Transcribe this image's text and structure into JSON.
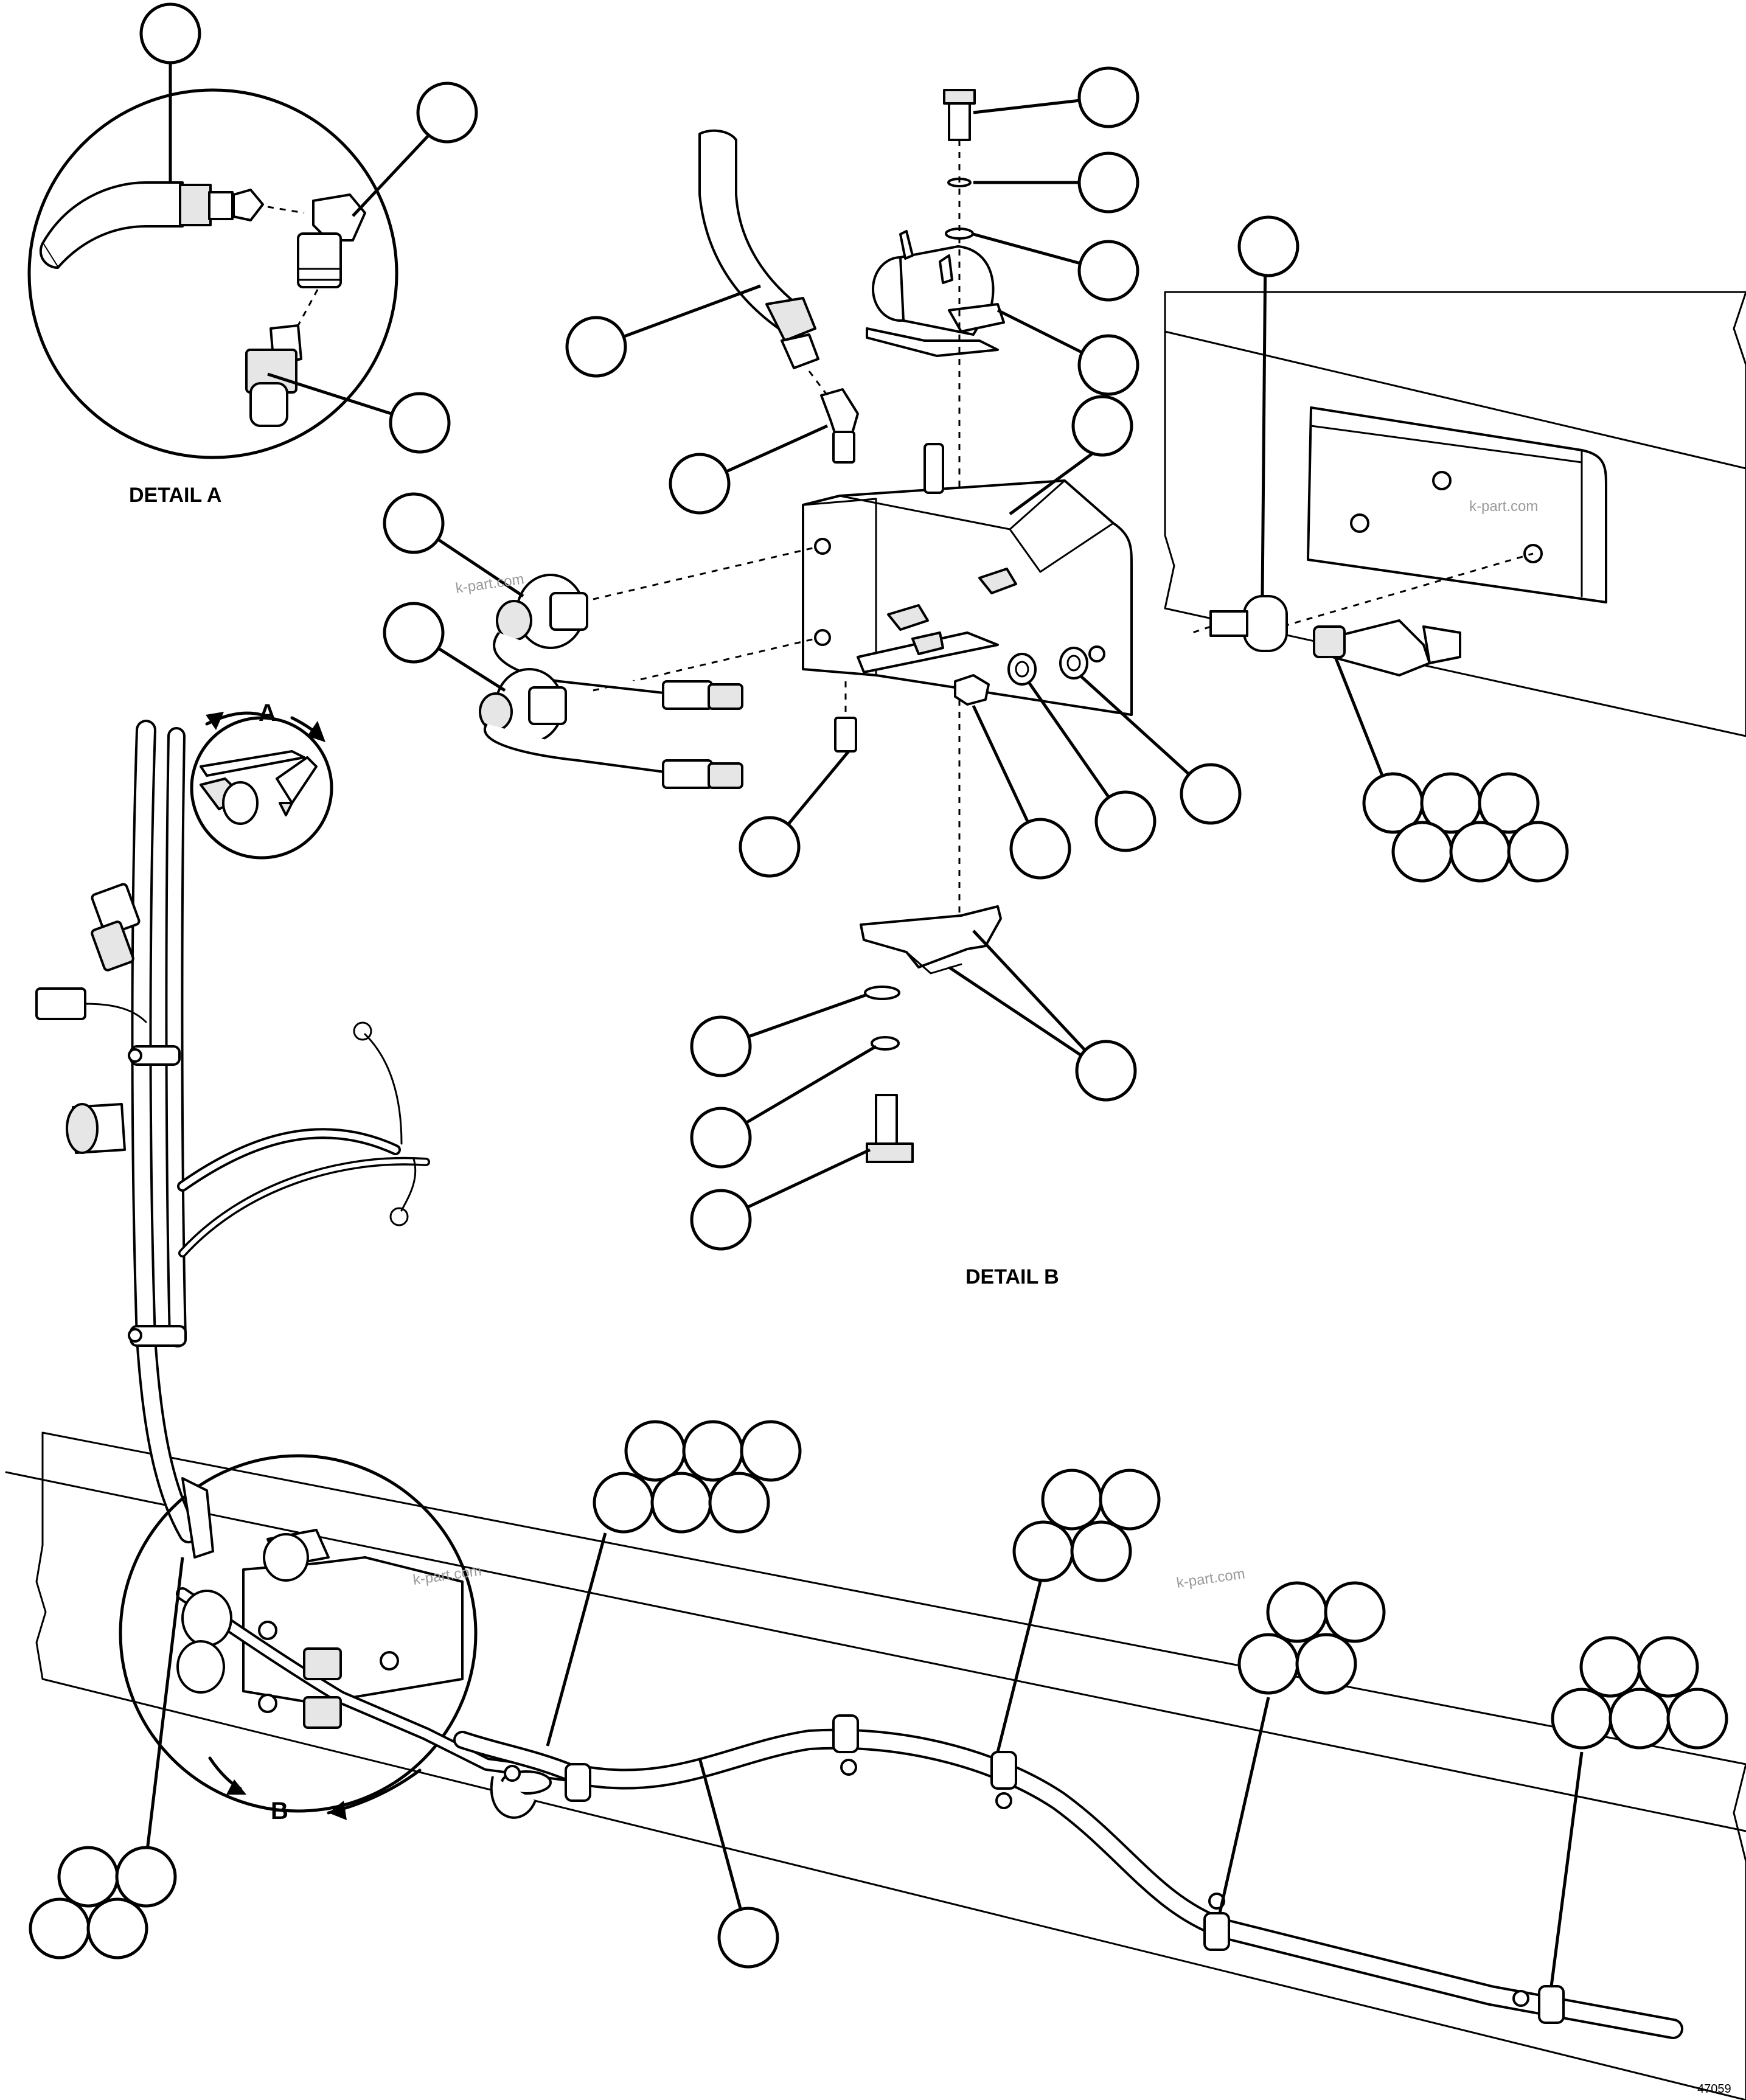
{
  "labels": {
    "detail_a": "DETAIL A",
    "detail_b": "DETAIL B",
    "view_a": "A",
    "view_b": "B"
  },
  "watermarks": [
    "k-part.com",
    "k-part.com",
    "k-part.com",
    "k-part.com"
  ],
  "drawing_number": "47059"
}
